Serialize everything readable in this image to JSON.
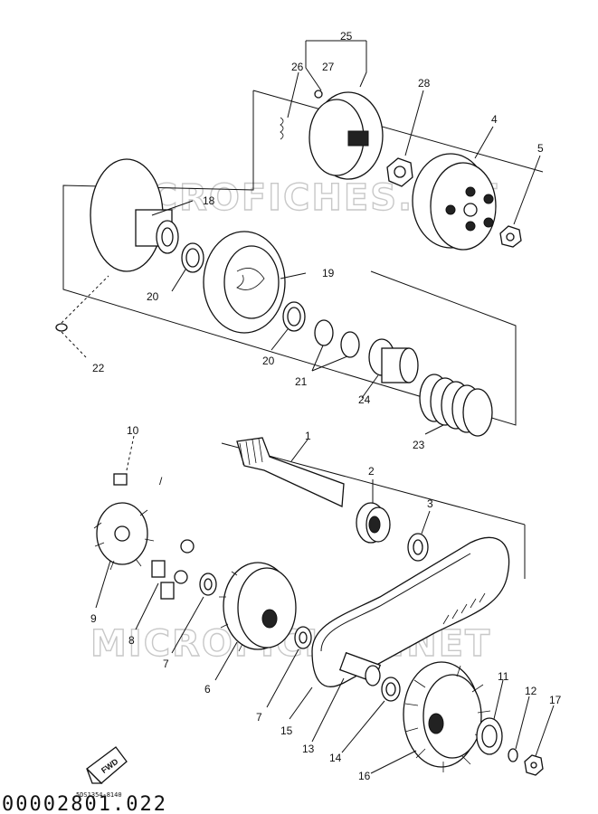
{
  "watermark": "MICROFICHES.NET",
  "drawing_code": "5DS1354-8140",
  "reference_number": "00002801.022",
  "fwd_label": "FWD",
  "small_mark": "/",
  "callouts": [
    "25",
    "26",
    "27",
    "28",
    "4",
    "5",
    "18",
    "20",
    "19",
    "20",
    "21",
    "24",
    "23",
    "22",
    "10",
    "1",
    "2",
    "3",
    "9",
    "8",
    "7",
    "6",
    "7",
    "15",
    "13",
    "14",
    "11",
    "12",
    "17",
    "16"
  ]
}
